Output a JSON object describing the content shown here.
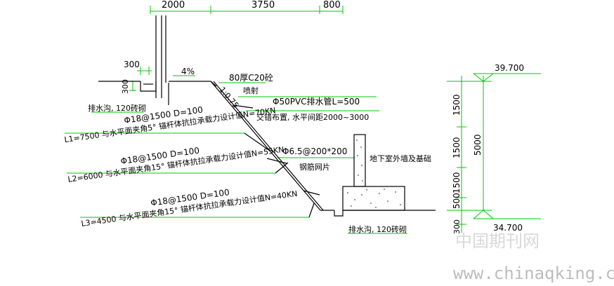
{
  "dimensions": {
    "top_1": "2000",
    "top_2": "3750",
    "top_3": "800",
    "ditch_width": "300",
    "ditch_depth": "300",
    "right_1": "1500",
    "right_2": "1500",
    "right_3": "1500",
    "right_4": "500",
    "right_total": "5000",
    "right_bottom": "300"
  },
  "elevations": {
    "top": "39.700",
    "bottom": "34.700"
  },
  "annotations": {
    "slope_pct": "4%",
    "shotcrete": "80厚C20砼",
    "shotcrete_2": "喷射",
    "slope_ratio": "1:0.75",
    "pvc_pipe": "Φ50PVC排水管L=500",
    "pvc_layout": "交错布置, 水平间距2000~3000",
    "mesh": "Φ6.5@200*200",
    "mesh_2": "钢筋网片",
    "wall": "地下室外墙及基础",
    "ditch_top": "排水沟, 120砖砌",
    "ditch_bottom": "排水沟, 120砖砌"
  },
  "anchors": [
    {
      "spec": "Φ18@1500   D=100",
      "detail": "L1=7500  与水平面夹角5°  锚杆体抗拉承载力设计值N=70KN"
    },
    {
      "spec": "Φ18@1500   D=100",
      "detail": "L2=6000  与水平面夹角15°  锚杆体抗拉承载力设计值N=55KN"
    },
    {
      "spec": "Φ18@1500   D=100",
      "detail": "L3=4500  与水平面夹角15°  锚杆体抗拉承载力设计值N=40KN"
    }
  ],
  "watermark": {
    "cn": "中国期刊网",
    "url": "www.chinaqking.com"
  },
  "colors": {
    "dim_line": "#00c800",
    "drawing": "#000000",
    "watermark": "#cfcfcf"
  }
}
